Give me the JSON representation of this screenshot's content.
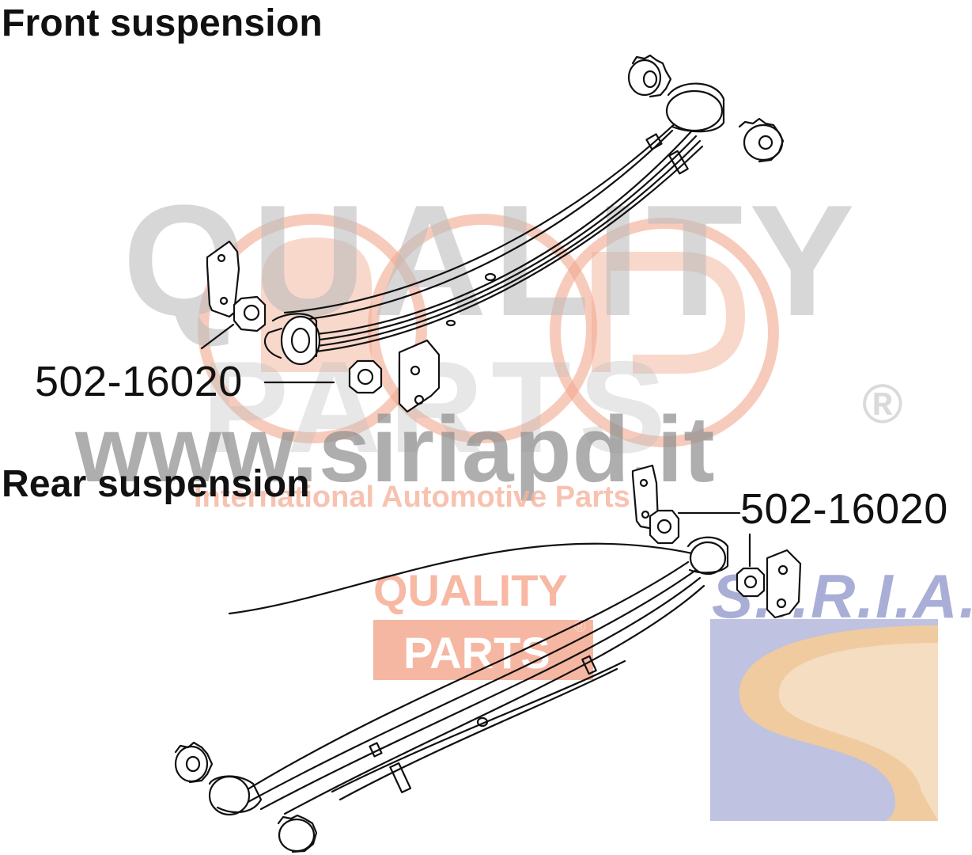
{
  "front_section": {
    "title": "Front suspension",
    "part_number": "502-16020"
  },
  "rear_section": {
    "title": "Rear suspension",
    "part_number": "502-16020"
  },
  "watermark": {
    "word1": "QUALITY",
    "word2": "PARTS",
    "registered": "®",
    "url": "www.siriapd.it",
    "tagline": "International Automotive Parts",
    "logo_word1": "QUALITY",
    "logo_word2": "PARTS",
    "brand": "S.I.R.I.A.",
    "colors": {
      "gray": "#bdbdbd",
      "salmon": "#f6b7a2",
      "blue": "#a9aed6",
      "sand": "#f4cc98"
    }
  }
}
